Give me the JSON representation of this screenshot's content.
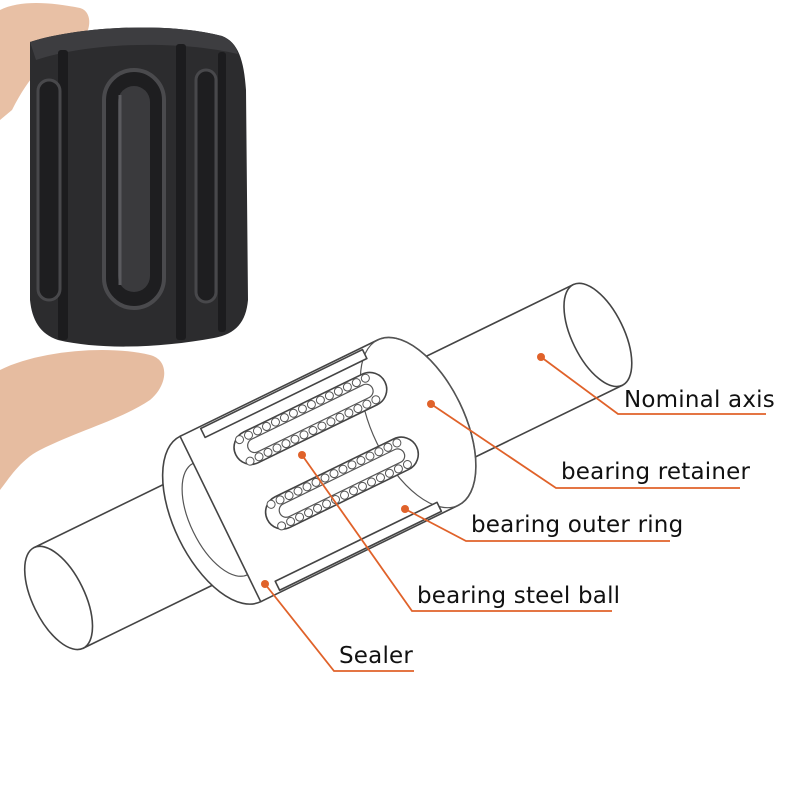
{
  "labels": {
    "nominal_axis": "Nominal axis",
    "bearing_retainer": "bearing retainer",
    "bearing_outer_ring": "bearing outer ring",
    "bearing_steel_ball": "bearing steel ball",
    "sealer": "Sealer"
  },
  "colors": {
    "leader": "#e0622a",
    "dot": "#e0622a",
    "label_text": "#111111",
    "photo_part": "#2a2a2c",
    "skin": "#e9c2a8"
  },
  "icons": {
    "photo": "black-linear-bearing-retainer-in-hand",
    "drawing": "linear-bearing-on-shaft-line-drawing"
  }
}
